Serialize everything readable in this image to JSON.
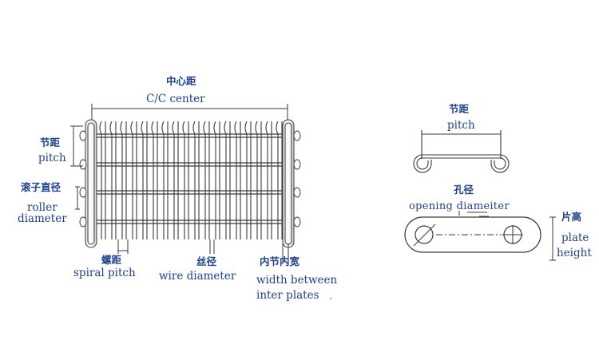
{
  "labels": {
    "cc_cn": "中心距",
    "cc_en": "C/C center",
    "pitch_cn": "节距",
    "pitch_en": "pitch",
    "roller_cn": "滚子直径",
    "roller_en1": "roller",
    "roller_en2": "diameter",
    "spiral_cn": "螺距",
    "spiral_en": "spiral pitch",
    "wire_cn": "丝径",
    "wire_en": "wire diameter",
    "inner_cn": "内节内宽",
    "inner_en1": "width between",
    "inner_en2": "inter plates",
    "pitch2_cn": "节距",
    "pitch2_en": "pitch",
    "hole_cn": "孔径",
    "hole_en": "opening diameiter",
    "plate_cn": "片高",
    "plate_en1": "plate",
    "plate_en2": "height"
  },
  "colors": {
    "line": "#3a3a3a",
    "label": "#1c3f8e"
  }
}
